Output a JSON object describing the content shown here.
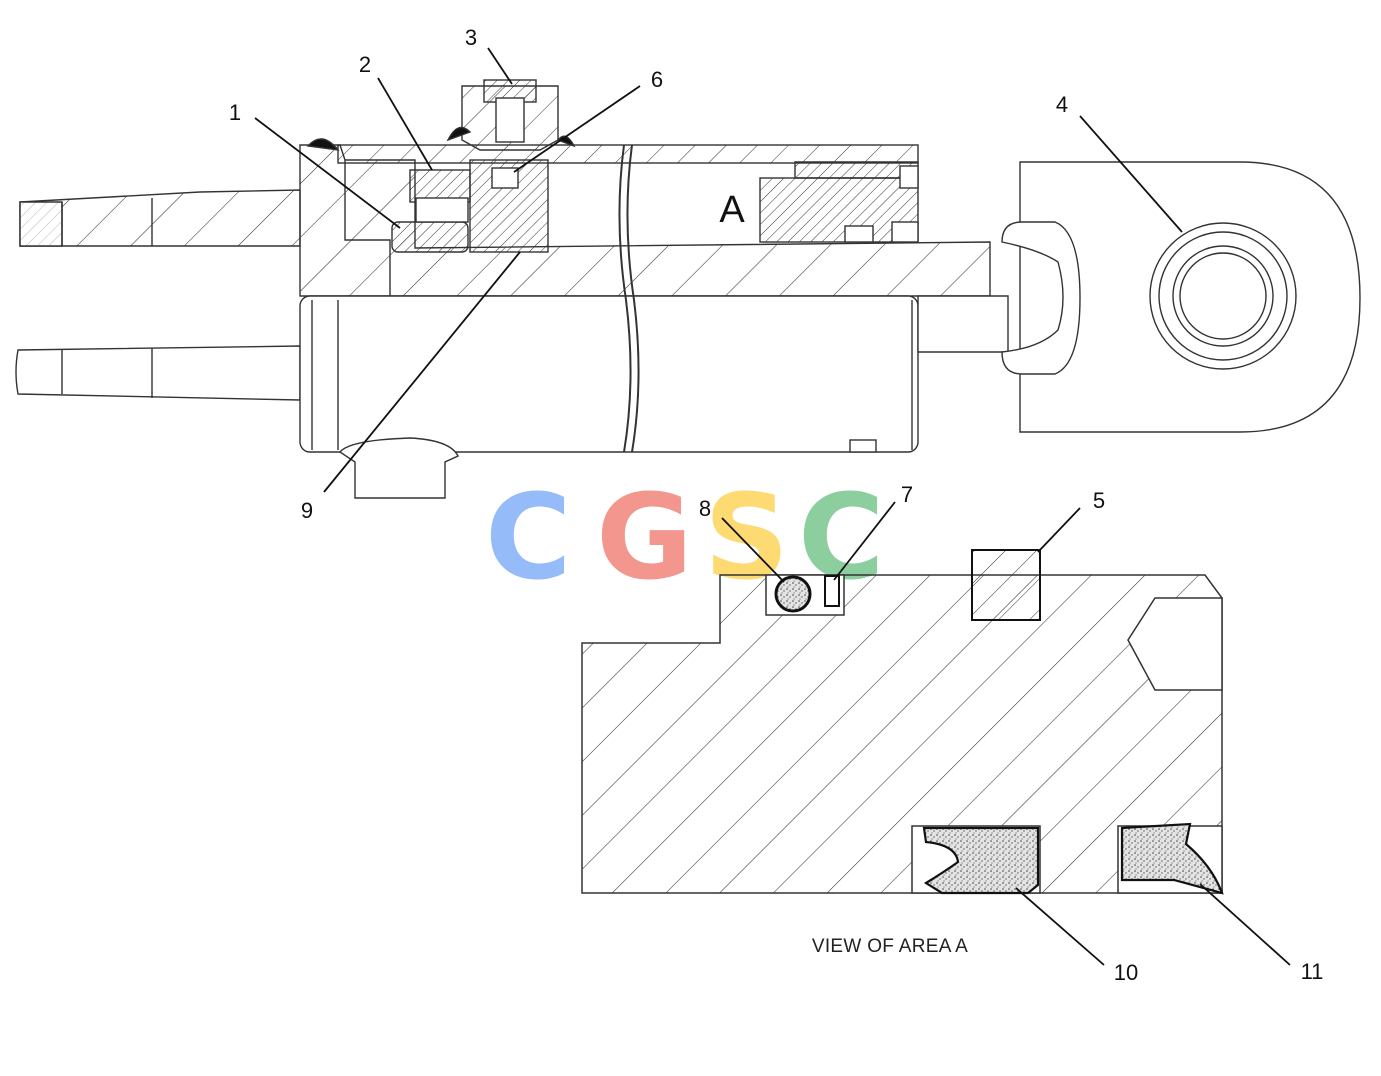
{
  "diagram": {
    "callouts": [
      "1",
      "2",
      "3",
      "4",
      "5",
      "6",
      "7",
      "8",
      "9",
      "10",
      "11"
    ],
    "area_label": "A",
    "detail_caption": "VIEW OF AREA A"
  },
  "watermark": {
    "text": "CGSC",
    "letters": [
      "C",
      "G",
      "S",
      "C"
    ],
    "colors": [
      "#8ab4f8",
      "#f28b82",
      "#fdd663",
      "#81c995"
    ]
  }
}
